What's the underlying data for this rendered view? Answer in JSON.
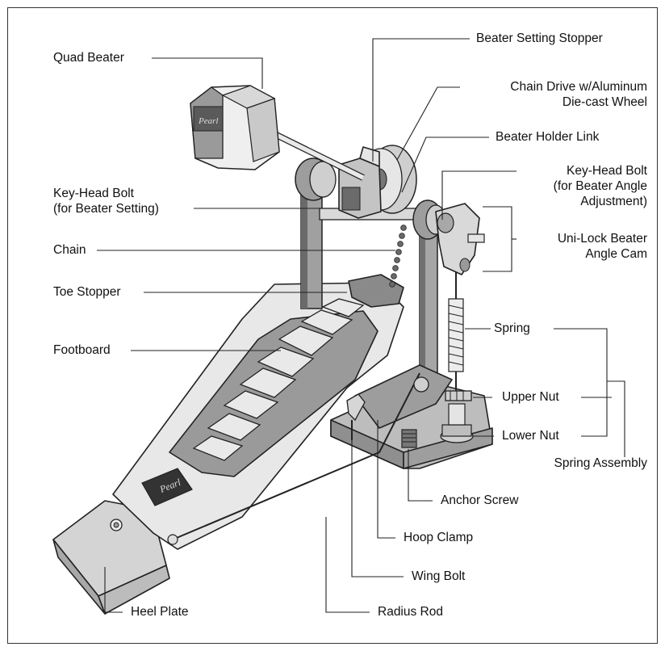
{
  "labels": {
    "quad_beater": "Quad Beater",
    "beater_setting_stopper": "Beater Setting Stopper",
    "chain_drive_line1": "Chain Drive w/Aluminum",
    "chain_drive_line2": "Die-cast Wheel",
    "beater_holder_link": "Beater Holder Link",
    "key_head_bolt_setting_line1": "Key-Head Bolt",
    "key_head_bolt_setting_line2": "(for Beater Setting)",
    "key_head_bolt_angle_line1": "Key-Head Bolt",
    "key_head_bolt_angle_line2": "(for Beater Angle",
    "key_head_bolt_angle_line3": "Adjustment)",
    "uni_lock_line1": "Uni-Lock Beater",
    "uni_lock_line2": "Angle Cam",
    "chain": "Chain",
    "toe_stopper": "Toe Stopper",
    "spring": "Spring",
    "footboard": "Footboard",
    "upper_nut": "Upper Nut",
    "lower_nut": "Lower Nut",
    "spring_assembly": "Spring Assembly",
    "anchor_screw": "Anchor Screw",
    "hoop_clamp": "Hoop Clamp",
    "wing_bolt": "Wing Bolt",
    "heel_plate": "Heel Plate",
    "radius_rod": "Radius Rod"
  },
  "logo_text": "Pearl",
  "colors": {
    "dark_gray": "#8a8a8a",
    "mid_gray": "#bdbdbd",
    "light_gray": "#e4e4e4",
    "outline": "#222222"
  }
}
